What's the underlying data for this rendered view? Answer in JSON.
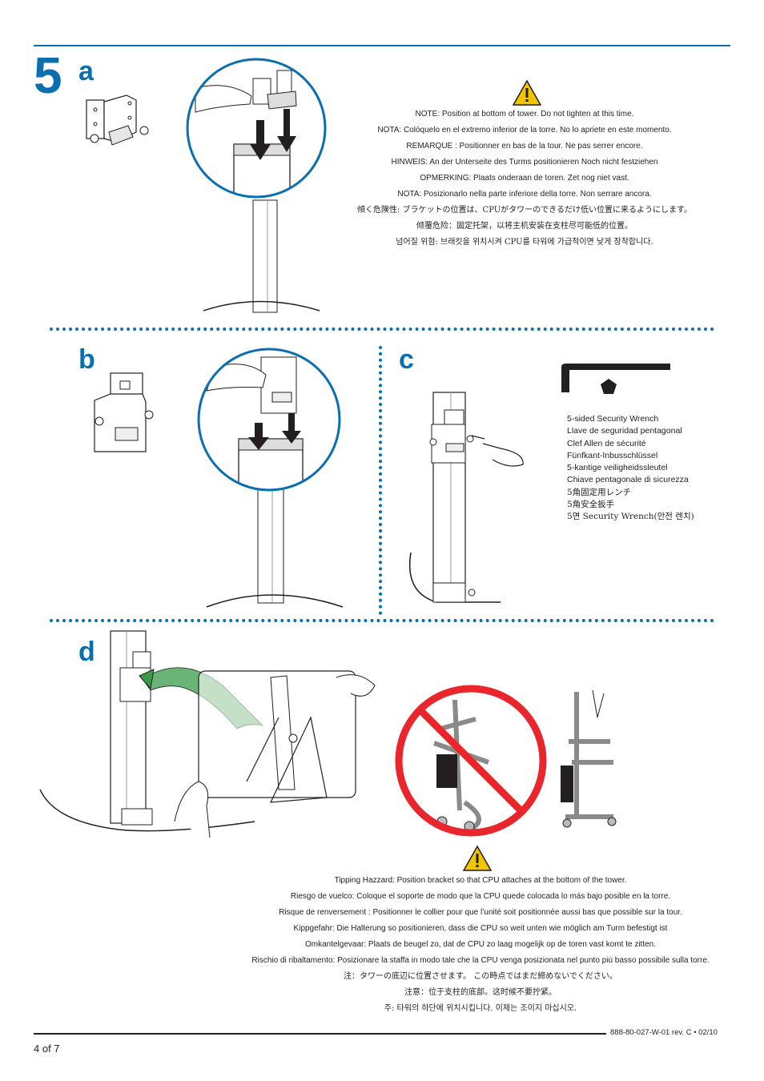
{
  "step": {
    "number": "5",
    "labels": {
      "a": "a",
      "b": "b",
      "c": "c",
      "d": "d"
    }
  },
  "note_a": [
    "NOTE: Position at bottom of tower. Do not tighten at this time.",
    "NOTA: Colóquelo en el extremo inferior de la torre. No lo apriete en este momento.",
    "REMARQUE : Positionner en bas de la tour. Ne pas serrer encore.",
    "HINWEIS: An der Unterseite des Turms positionieren Noch nicht festziehen",
    "OPMERKING: Plaats onderaan de toren. Zet nog niet vast.",
    "NOTA: Posizionarlo nella parte inferiore della torre. Non serrare ancora.",
    "傾く危険性: ブラケットの位置は、CPUがタワーのできるだけ低い位置に来るようにします。",
    "倾覆危险：固定托架，以将主机安装在支柱尽可能低的位置。",
    "넘어질 위험: 브래킷을 위치시켜 CPU를 타워에 가급적이면 낮게 장착합니다."
  ],
  "wrench": [
    "5-sided Security Wrench",
    "Llave de seguridad pentagonal",
    "Clef Allen de sécurité",
    "Fünfkant-Inbusschlüssel",
    "5-kantige veiligheidssleutel",
    "Chiave pentagonale di sicurezza",
    "5角固定用レンチ",
    "5角安全扳手",
    "5면 Security Wrench(안전 렌치)"
  ],
  "note_d": [
    "Tipping Hazzard: Position bracket so that CPU attaches at the bottom of the tower.",
    "Riesgo de vuelco: Coloque el soporte de modo que la CPU quede colocada lo más bajo posible en la torre.",
    "Risque de renversement : Positionner le collier pour que l’unité soit positionnée aussi bas que possible sur la tour.",
    "Kippgefahr: Die Halterung so positionieren, dass die CPU so weit unten wie möglich am Turm befestigt ist",
    "Omkantelgevaar: Plaats de beugel zo, dat de CPU zo laag mogelijk op de toren vast komt te zitten.",
    "Rischio di ribaltamento: Posizionare la staffa in modo tale che la CPU venga posizionata nel punto più basso possibile sulla torre.",
    "注：タワーの底辺に位置させます。 この時点ではまだ締めないでください。",
    "注意：位于支柱的底部。这时候不要拧紧。",
    "주: 타워의 하단에 위치시킵니다. 이제는 조이지 마십시오."
  ],
  "footer": {
    "code": "888-80-027-W-01 rev. C • 02/10",
    "page": "4 of 7"
  },
  "colors": {
    "accent": "#0a6fb0",
    "warning": "#f2c500",
    "prohibit": "#e8262c",
    "arrow_green": "#3a9b4a"
  }
}
